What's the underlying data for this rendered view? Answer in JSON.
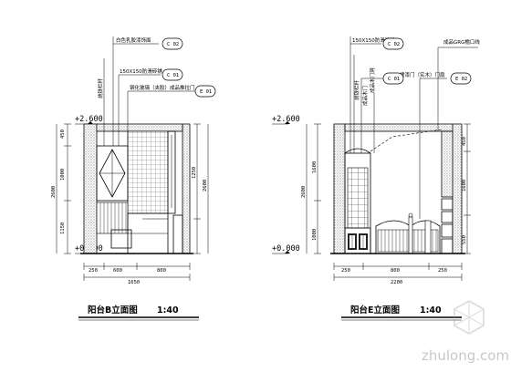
{
  "drawings": [
    {
      "title": "阳台B立面图",
      "scale": "1:40",
      "level_top": "+2.600",
      "level_bottom": "+0.000",
      "tags": [
        "C 02",
        "C 01",
        "E 01"
      ],
      "leaders": [
        "白色乳胶漆饰面",
        "烧铁栏杆",
        "150X150防滑砖铺",
        "钢化玻璃（夹胶）成品推拉门"
      ],
      "vertical_dims_left": [
        "450",
        "1000",
        "1150"
      ],
      "height_total": "2600",
      "vertical_dims_right": [
        "1250",
        "2600"
      ],
      "horizontal_dims": [
        "250",
        "600",
        "800"
      ],
      "horizontal_total": "1650"
    },
    {
      "title": "阳台E立面图",
      "scale": "1:40",
      "level_top": "+2.600",
      "level_bottom": "+0.000",
      "tags": [
        "C 02",
        "C 01",
        "E 02"
      ],
      "leaders": [
        "150X150防滑砖铺",
        "烧铁栏杆",
        "成品木门",
        "成品木门洞",
        "烤漆门（实木）门扇",
        "成品GRG檐口线"
      ],
      "vertical_dims_left": [
        "1000",
        "1600"
      ],
      "height_total": "2600",
      "vertical_dims_right": [
        "450",
        "1600",
        "550"
      ],
      "horizontal_dims": [
        "250",
        "800",
        "250"
      ],
      "horizontal_total": "2200"
    }
  ],
  "watermark": "zhulong.com"
}
